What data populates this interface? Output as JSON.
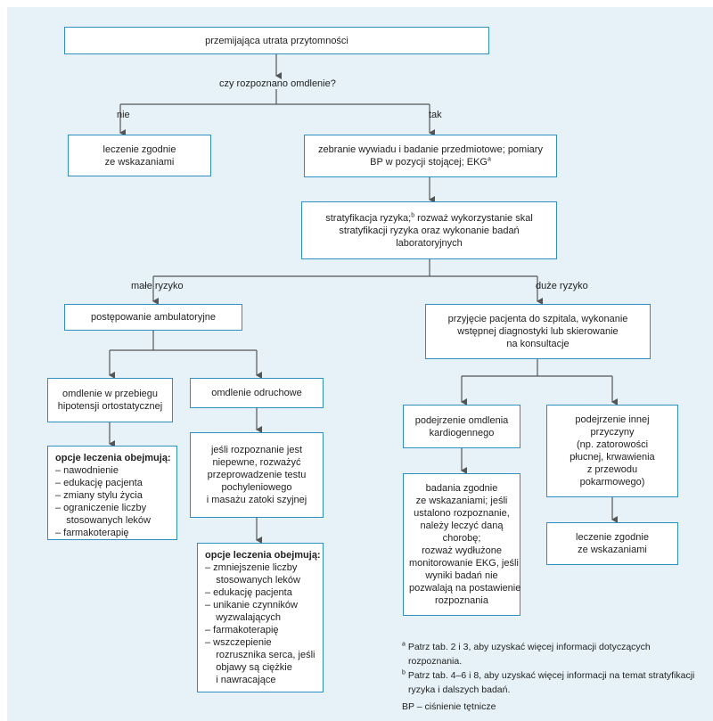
{
  "colors": {
    "background": "#e6f2f7",
    "box_border": "#2e8fc0",
    "box_fill": "#ffffff",
    "connector": "#555555"
  },
  "start": {
    "text": "przemijająca utrata przytomności"
  },
  "question": {
    "text": "czy rozpoznano omdlenie?"
  },
  "branch_no": "nie",
  "branch_yes": "tak",
  "treat_indicated_top": {
    "lines": [
      "leczenie zgodnie",
      "ze wskazaniami"
    ]
  },
  "history": {
    "lines": [
      "zebranie wywiadu i badanie przedmiotowe; pomiary",
      "BP w pozycji stojącej; EKG"
    ],
    "sup": "a"
  },
  "risk_strat": {
    "line1a": "stratyfikacja ryzyka;",
    "line1sup": "b",
    "line1b": " rozważ wykorzystanie skal",
    "line2": "stratyfikacji ryzyka oraz wykonanie badań",
    "line3": "laboratoryjnych"
  },
  "low_risk": "małe ryzyko",
  "high_risk": "duże ryzyko",
  "outpatient": {
    "text": "postępowanie ambulatoryjne"
  },
  "admission": {
    "lines": [
      "przyjęcie pacjenta do szpitala, wykonanie",
      "wstępnej diagnostyki lub skierowanie",
      "na konsultacje"
    ]
  },
  "orthostatic": {
    "lines": [
      "omdlenie w przebiegu",
      "hipotensji ortostatycznej"
    ]
  },
  "reflex": {
    "text": "omdlenie odruchowe"
  },
  "cardiogenic": {
    "lines": [
      "podejrzenie omdlenia",
      "kardiogennego"
    ]
  },
  "other_cause": {
    "lines": [
      "podejrzenie innej",
      "przyczyny",
      "(np. zatorowości",
      "płucnej, krwawienia",
      "z przewodu",
      "pokarmowego)"
    ]
  },
  "orthostatic_options": {
    "title": "opcje leczenia obejmują:",
    "items": [
      "– nawodnienie",
      "– edukację pacjenta",
      "– zmiany stylu życia",
      "– ograniczenie liczby",
      "    stosowanych leków",
      "– farmakoterapię"
    ]
  },
  "tilt_test": {
    "lines": [
      "jeśli rozpoznanie jest",
      "niepewne, rozważyć",
      "przeprowadzenie testu",
      "pochyleniowego",
      "i masażu zatoki szyjnej"
    ]
  },
  "reflex_options": {
    "title": "opcje leczenia obejmują:",
    "items": [
      "– zmniejszenie liczby",
      "    stosowanych leków",
      "– edukację pacjenta",
      "– unikanie czynników",
      "    wyzwalających",
      "– farmakoterapię",
      "– wszczepienie",
      "    rozrusznika serca, jeśli",
      "    objawy są ciężkie",
      "    i nawracające"
    ]
  },
  "cardio_tests": {
    "lines": [
      "badania zgodnie",
      "ze wskazaniami; jeśli",
      "ustalono rozpoznanie,",
      "należy leczyć daną",
      "chorobę;",
      "rozważ wydłużone",
      "monitorowanie EKG, jeśli",
      "wyniki badań nie",
      "pozwalają na postawienie",
      "rozpoznania"
    ]
  },
  "treat_indicated_other": {
    "lines": [
      "leczenie zgodnie",
      "ze wskazaniami"
    ]
  },
  "footnotes": {
    "a_mark": "a",
    "a_text1": " Patrz tab. 2 i 3, aby uzyskać więcej informacji dotyczących",
    "a_text2": "rozpoznania.",
    "b_mark": "b",
    "b_text1": " Patrz tab. 4–6 i 8, aby uzyskać więcej informacji na temat stratyfikacji",
    "b_text2": "ryzyka i dalszych badań.",
    "bp": "BP – ciśnienie tętnicze"
  }
}
